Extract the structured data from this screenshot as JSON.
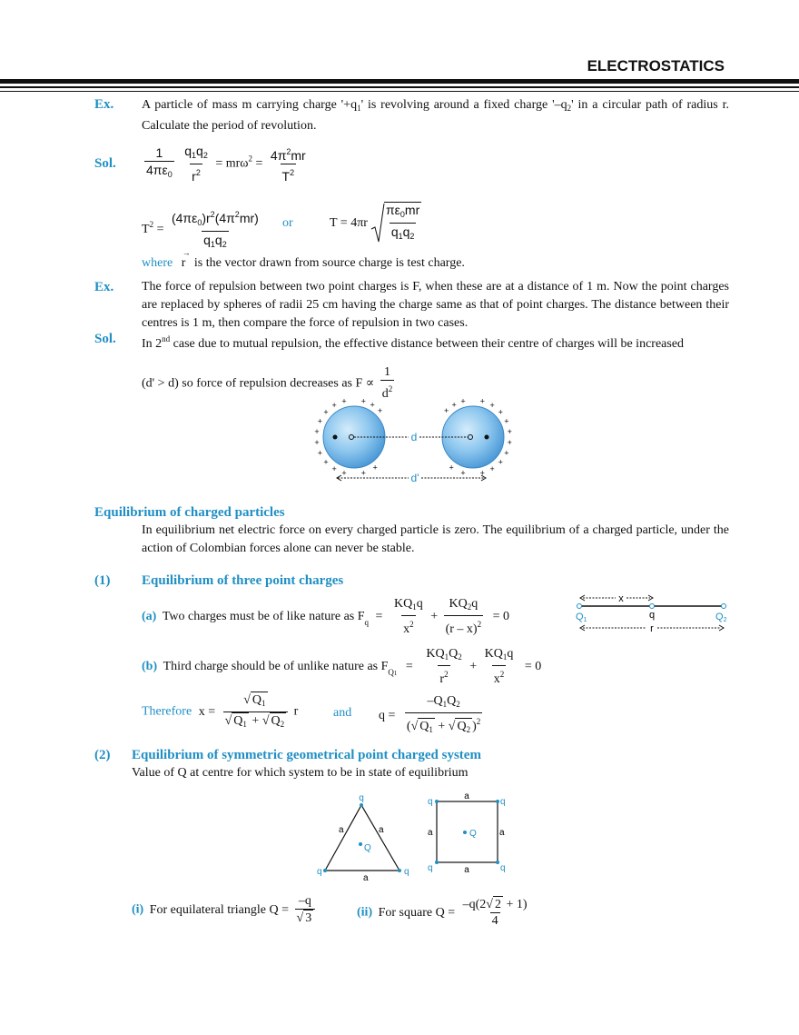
{
  "header": {
    "title": "ELECTROSTATICS"
  },
  "ex1": {
    "label": "Ex.",
    "text_a": "A particle of mass m carrying charge '+q",
    "sub1": "1",
    "text_b": "' is revolving around a fixed charge '–q",
    "sub2": "2",
    "text_c": "' in a circular path of radius r. Calculate the period of revolution."
  },
  "sol1": {
    "label": "Sol.",
    "eq1_lhs_num": "1",
    "eq1_lhs_den": "4πε",
    "eq1_lhs_den_sub": "0",
    "eq1_q_num": "q",
    "eq1_q_num_sub1": "1",
    "eq1_q_num_q2": "q",
    "eq1_q_num_sub2": "2",
    "eq1_r_den": "r",
    "eq1_r_den_sup": "2",
    "eq1_mid": "= mrω",
    "eq1_mid_sup": "2",
    "eq1_mid_eq": "=",
    "eq1_rhs_num": "4π",
    "eq1_rhs_num_sup": "2",
    "eq1_rhs_num_tail": "mr",
    "eq1_rhs_den": "T",
    "eq1_rhs_den_sup": "2",
    "eq2_lhs": "T",
    "eq2_lhs_sup": "2",
    "eq2_eq": "=",
    "eq2_num": "(4πε",
    "eq2_num_sub": "0",
    "eq2_num_b": ")r",
    "eq2_num_sup1": "2",
    "eq2_num_c": "(4π",
    "eq2_num_sup2": "2",
    "eq2_num_d": "mr)",
    "eq2_den": "q",
    "eq2_den_sub1": "1",
    "eq2_den_q2": "q",
    "eq2_den_sub2": "2",
    "or": "or",
    "eq3_lhs": "T = 4πr",
    "eq3_num": "πε",
    "eq3_num_sub": "0",
    "eq3_num_tail": "mr",
    "eq3_den": "q",
    "eq3_den_sub1": "1",
    "eq3_den_q2": "q",
    "eq3_den_sub2": "2",
    "where": "where",
    "r_vec": "r",
    "where_text": "is the vector drawn from source charge is test charge."
  },
  "ex2": {
    "label": "Ex.",
    "text": "The force of repulsion between two point charges is F, when these are at a distance of 1 m. Now the point charges are replaced by spheres of radii 25 cm having the charge same as that of point charges. The distance between their centres is 1 m, then compare the force of repulsion in two cases."
  },
  "sol2": {
    "label": "Sol.",
    "text_a": "In 2",
    "sup": "nd",
    "text_b": " case due to mutual repulsion, the effective  distance between their centre of charges will be increased",
    "line2": "(d' > d) so force of repulsion decreases   as  F ∝",
    "frac_num": "1",
    "frac_den": "d",
    "frac_den_sup": "2",
    "fig_d": "d",
    "fig_dprime": "d'",
    "plus": "+"
  },
  "equilibrium": {
    "title": "Equilibrium of charged particles",
    "text": "In equilibrium net electric force on every charged particle is zero. The equilibrium of a charged particle, under the action of Colombian forces alone can never be stable."
  },
  "s1": {
    "num": "(1)",
    "title": "Equilibrium of three point charges",
    "a_label": "(a)",
    "a_text": "Two charges must be of like nature as F",
    "a_sub": "q",
    "a_eq": "=",
    "a_t1_num": "KQ",
    "a_t1_num_sub": "1",
    "a_t1_num_tail": "q",
    "a_t1_den": "x",
    "a_t1_den_sup": "2",
    "a_plus": "+",
    "a_t2_num": "KQ",
    "a_t2_num_sub": "2",
    "a_t2_num_tail": "q",
    "a_t2_den": "(r – x)",
    "a_t2_den_sup": "2",
    "a_zero": "= 0",
    "b_label": "(b)",
    "b_text": "Third charge should be of unlike nature as  F",
    "b_sub": "Q",
    "b_sub2": "1",
    "b_eq": "=",
    "b_t1_num": "KQ",
    "b_t1_num_sub1": "1",
    "b_t1_num_mid": "Q",
    "b_t1_num_sub2": "2",
    "b_t1_den": "r",
    "b_t1_den_sup": "2",
    "b_plus": "+",
    "b_t2_num": "KQ",
    "b_t2_num_sub": "1",
    "b_t2_num_tail": "q",
    "b_t2_den": "x",
    "b_t2_den_sup": "2",
    "b_zero": "= 0",
    "therefore": "Therefore",
    "x_lhs": "x =",
    "x_num": "Q",
    "x_num_sub": "1",
    "x_den_a": "Q",
    "x_den_a_sub": "1",
    "x_den_plus": "+",
    "x_den_b": "Q",
    "x_den_b_sub": "2",
    "x_r": "r",
    "and": "and",
    "q_lhs": "q =",
    "q_num": "–Q",
    "q_num_sub1": "1",
    "q_num_mid": "Q",
    "q_num_sub2": "2",
    "q_den_open": "(",
    "q_den_a": "Q",
    "q_den_a_sub": "1",
    "q_den_plus": "+",
    "q_den_b": "Q",
    "q_den_b_sub": "2",
    "q_den_close": ")",
    "q_den_sup": "2",
    "fig_x": "x",
    "fig_q1": "Q",
    "fig_q1_sub": "1",
    "fig_q": "q",
    "fig_q2": "Q",
    "fig_q2_sub": "2",
    "fig_r": "r"
  },
  "s2": {
    "num": "(2)",
    "title": "Equilibrium of symmetric geometrical point charged system",
    "text": "Value of Q at centre for which system to be in state of equilibrium",
    "fig_q": "q",
    "fig_a": "a",
    "fig_Q": "Q",
    "i_label": "(i)",
    "i_text": "For equilateral triangle Q =",
    "i_num": "–q",
    "i_den": "3",
    "ii_label": "(ii)",
    "ii_text": "For square Q =",
    "ii_num_a": "–q(2",
    "ii_num_b": "2",
    "ii_num_c": "+ 1)",
    "ii_den": "4"
  }
}
